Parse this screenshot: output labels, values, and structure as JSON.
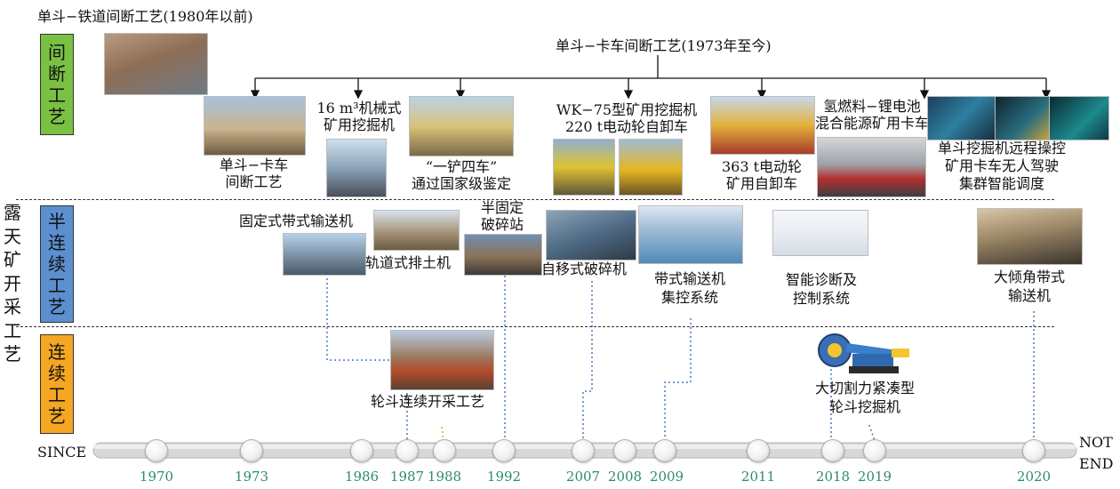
{
  "side_title": [
    "露",
    "天",
    "矿",
    "开",
    "采",
    "工",
    "艺"
  ],
  "categories": [
    {
      "chars": [
        "间",
        "断",
        "工",
        "艺"
      ],
      "color": "#7ac143"
    },
    {
      "chars": [
        "半",
        "连",
        "续",
        "工",
        "艺"
      ],
      "color": "#5b8fd0"
    },
    {
      "chars": [
        "连",
        "续",
        "工",
        "艺"
      ],
      "color": "#f5a623"
    }
  ],
  "timeline": {
    "start": "SINCE",
    "end": [
      "NOT",
      "END"
    ],
    "years": [
      "1970",
      "1973",
      "1986",
      "1987",
      "1988",
      "1992",
      "2007",
      "2008",
      "2009",
      "2011",
      "2018",
      "2019",
      "2020"
    ]
  },
  "labels": {
    "rail_truck": "单斗−铁道间断工艺(1980年以前)",
    "truck_branch": "单斗−卡车间断工艺(1973年至今)",
    "shovel_truck": [
      "单斗−卡车",
      "间断工艺"
    ],
    "shovel_16": [
      "16 m³机械式",
      "矿用挖掘机"
    ],
    "one_four": [
      "“一铲四车”",
      "通过国家级鉴定"
    ],
    "wk75": [
      "WK−75型矿用挖掘机",
      "220 t电动轮自卸车"
    ],
    "t363": [
      "363 t电动轮",
      "矿用自卸车"
    ],
    "hydrogen": [
      "氢燃料−锂电池",
      "混合能源矿用卡车"
    ],
    "remote": [
      "单斗挖掘机远程操控",
      "矿用卡车无人驾驶",
      "集群智能调度"
    ],
    "fixed_belt": "固定式带式输送机",
    "rail_spreader": "轨道式排土机",
    "semi_fixed": [
      "半固定",
      "破碎站"
    ],
    "self_moving": "自移式破碎机",
    "belt_control": [
      "带式输送机",
      "集控系统"
    ],
    "diagnosis": [
      "智能诊断及",
      "控制系统"
    ],
    "incline_belt": [
      "大倾角带式",
      "输送机"
    ],
    "bucket_wheel": "轮斗连续开采工艺",
    "large_cut": [
      "大切割力紧凑型",
      "轮斗挖掘机"
    ]
  },
  "colors": {
    "timeline_dots": "#4a78c2",
    "year_text": "#2e8b74",
    "orange_tick": "#f0a030"
  }
}
